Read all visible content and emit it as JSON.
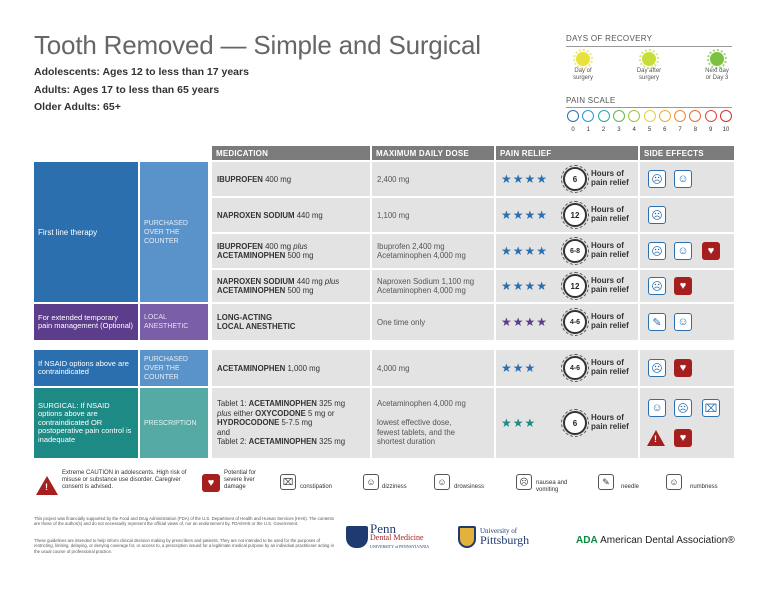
{
  "header": {
    "title": "Tooth Removed — Simple and Surgical",
    "ages": [
      "Adolescents: Ages 12 to less than 17 years",
      "Adults: Ages 17 to less than 65 years",
      "Older Adults: 65+"
    ]
  },
  "recovery": {
    "title": "DAYS OF RECOVERY",
    "days": [
      {
        "label1": "Day of",
        "label2": "surgery",
        "color": "#e8e23a"
      },
      {
        "label1": "Day after",
        "label2": "surgery",
        "color": "#c7de3a"
      },
      {
        "label1": "Next day",
        "label2": "or Day 3",
        "color": "#7cc142"
      }
    ]
  },
  "pain_scale": {
    "title": "PAIN SCALE",
    "numbers": [
      "0",
      "1",
      "2",
      "3",
      "4",
      "5",
      "6",
      "7",
      "8",
      "9",
      "10"
    ],
    "colors": [
      "#2b6fae",
      "#1f9ad6",
      "#2aa6a6",
      "#63b548",
      "#9bc53d",
      "#e5d23b",
      "#f3a93a",
      "#ef8a33",
      "#e86a2f",
      "#e2483a",
      "#d32f2f"
    ]
  },
  "table": {
    "headers": [
      "MEDICATION",
      "MAXIMUM DAILY DOSE",
      "PAIN RELIEF",
      "SIDE EFFECTS"
    ],
    "groups": {
      "first_line": "First line therapy",
      "otc": "PURCHASED OVER THE COUNTER",
      "extended": "For extended temporary pain management (Optional)",
      "local": "LOCAL ANESTHETIC",
      "nsaid": "If NSAID options above are contraindicated",
      "otc2": "PURCHASED OVER THE COUNTER",
      "surgical": "SURGICAL: If NSAID options above are contraindicated OR postoperative pain control is inadequate",
      "prescription": "PRESCRIPTION"
    },
    "rows": [
      {
        "med_bold": "IBUPROFEN",
        "med_rest": " 400 mg",
        "dose": "2,400 mg",
        "stars": "★★★★",
        "hours": "6",
        "hours_label1": "Hours of",
        "hours_label2": "pain relief"
      },
      {
        "med_bold": "NAPROXEN SODIUM",
        "med_rest": " 440 mg",
        "dose": "1,100 mg",
        "stars": "★★★★",
        "hours": "12",
        "hours_label1": "Hours of",
        "hours_label2": "pain relief"
      },
      {
        "line1_bold": "IBUPROFEN",
        "line1_rest": " 400 mg ",
        "line1_it": "plus",
        "line2_bold": "ACETAMINOPHEN",
        "line2_rest": " 500 mg",
        "dose1": "Ibuprofen 2,400 mg",
        "dose2": "Acetaminophen 4,000 mg",
        "stars": "★★★★",
        "hours": "6-8",
        "hours_label1": "Hours of",
        "hours_label2": "pain relief"
      },
      {
        "line1_bold": "NAPROXEN SODIUM",
        "line1_rest": " 440 mg ",
        "line1_it": "plus",
        "line2_bold": "ACETAMINOPHEN",
        "line2_rest": " 500 mg",
        "dose1": "Naproxen Sodium 1,100 mg",
        "dose2": "Acetaminophen 4,000 mg",
        "stars": "★★★★",
        "hours": "12",
        "hours_label1": "Hours of",
        "hours_label2": "pain relief"
      },
      {
        "line1_bold": "LONG-ACTING",
        "line2_bold": "LOCAL ANESTHETIC",
        "dose": "One time only",
        "stars": "★★★★",
        "hours": "4-6",
        "hours_label1": "Hours of",
        "hours_label2": "pain relief"
      },
      {
        "med_bold": "ACETAMINOPHEN",
        "med_rest": " 1,000 mg",
        "dose": "4,000 mg",
        "stars": "★★★",
        "hours": "4-6",
        "hours_label1": "Hours of",
        "hours_label2": "pain relief"
      },
      {
        "t1": "Tablet 1: ",
        "t1_bold": "ACETAMINOPHEN",
        "t1_rest": " 325 mg",
        "t2_it": "plus",
        "t2_rest": " either ",
        "t2_bold": "OXYCODONE",
        "t2_rest2": " 5 mg or",
        "t3_bold": "HYDROCODONE",
        "t3_rest": " 5-7.5 mg",
        "t4": "and",
        "t5": "Tablet 2: ",
        "t5_bold": "ACETAMINOPHEN",
        "t5_rest": " 325 mg",
        "dose1": "Acetaminophen 4,000 mg",
        "dose2": "lowest effective dose,",
        "dose3": "fewest tablets, and the",
        "dose4": "shortest duration",
        "stars": "★★★",
        "hours": "6",
        "hours_label1": "Hours of",
        "hours_label2": "pain relief"
      }
    ]
  },
  "legend": {
    "caution": "Extreme CAUTION in adolescents. High risk of misuse or substance use disorder. Caregiver consent is advised.",
    "liver": "Potential for severe liver damage",
    "constipation": "constipation",
    "dizziness": "dizziness",
    "drowsiness": "drowsiness",
    "nausea": "nausea and vomiting",
    "needle": "needle",
    "numbness": "numbness"
  },
  "footer": {
    "note1": "This project was financially supported by the Food and Drug Administration (FDA) of the U.S. Department of Health and Human Services (HHS). The contents are those of the author(s) and do not necessarily represent the official views of, nor an endorsement by, FDA/HHS or the U.S. Government.",
    "note2": "These guidelines are intended to help inform clinical decision making by prescribers and patients. They are not intended to be used for the purposes of restricting, limiting, delaying, or denying coverage for, or access to, a prescription issued for a legitimate medical purpose by an individual practitioner acting in the usual course of professional practice.",
    "penn1": "Penn",
    "penn2": "Dental Medicine",
    "penn3": "UNIVERSITY of PENNSYLVANIA",
    "pitt1": "University of",
    "pitt2": "Pittsburgh",
    "ada_short": "ADA",
    "ada_long": "American Dental Association®"
  }
}
